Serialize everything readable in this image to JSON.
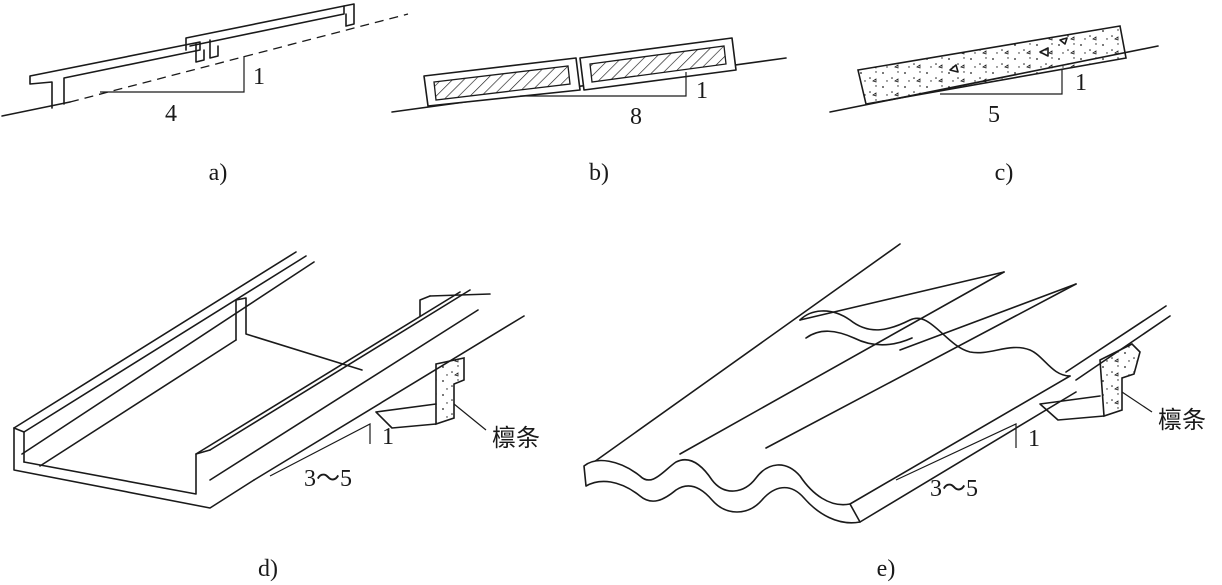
{
  "figures": [
    {
      "id": "a",
      "caption": "a)",
      "slope_rise": "1",
      "slope_run": "4"
    },
    {
      "id": "b",
      "caption": "b)",
      "slope_rise": "1",
      "slope_run": "8"
    },
    {
      "id": "c",
      "caption": "c)",
      "slope_rise": "1",
      "slope_run": "5"
    },
    {
      "id": "d",
      "caption": "d)",
      "slope_rise": "1",
      "slope_run": "3～5",
      "support_label": "檩条"
    },
    {
      "id": "e",
      "caption": "e)",
      "slope_rise": "1",
      "slope_run": "3～5",
      "support_label": "檩条"
    }
  ]
}
